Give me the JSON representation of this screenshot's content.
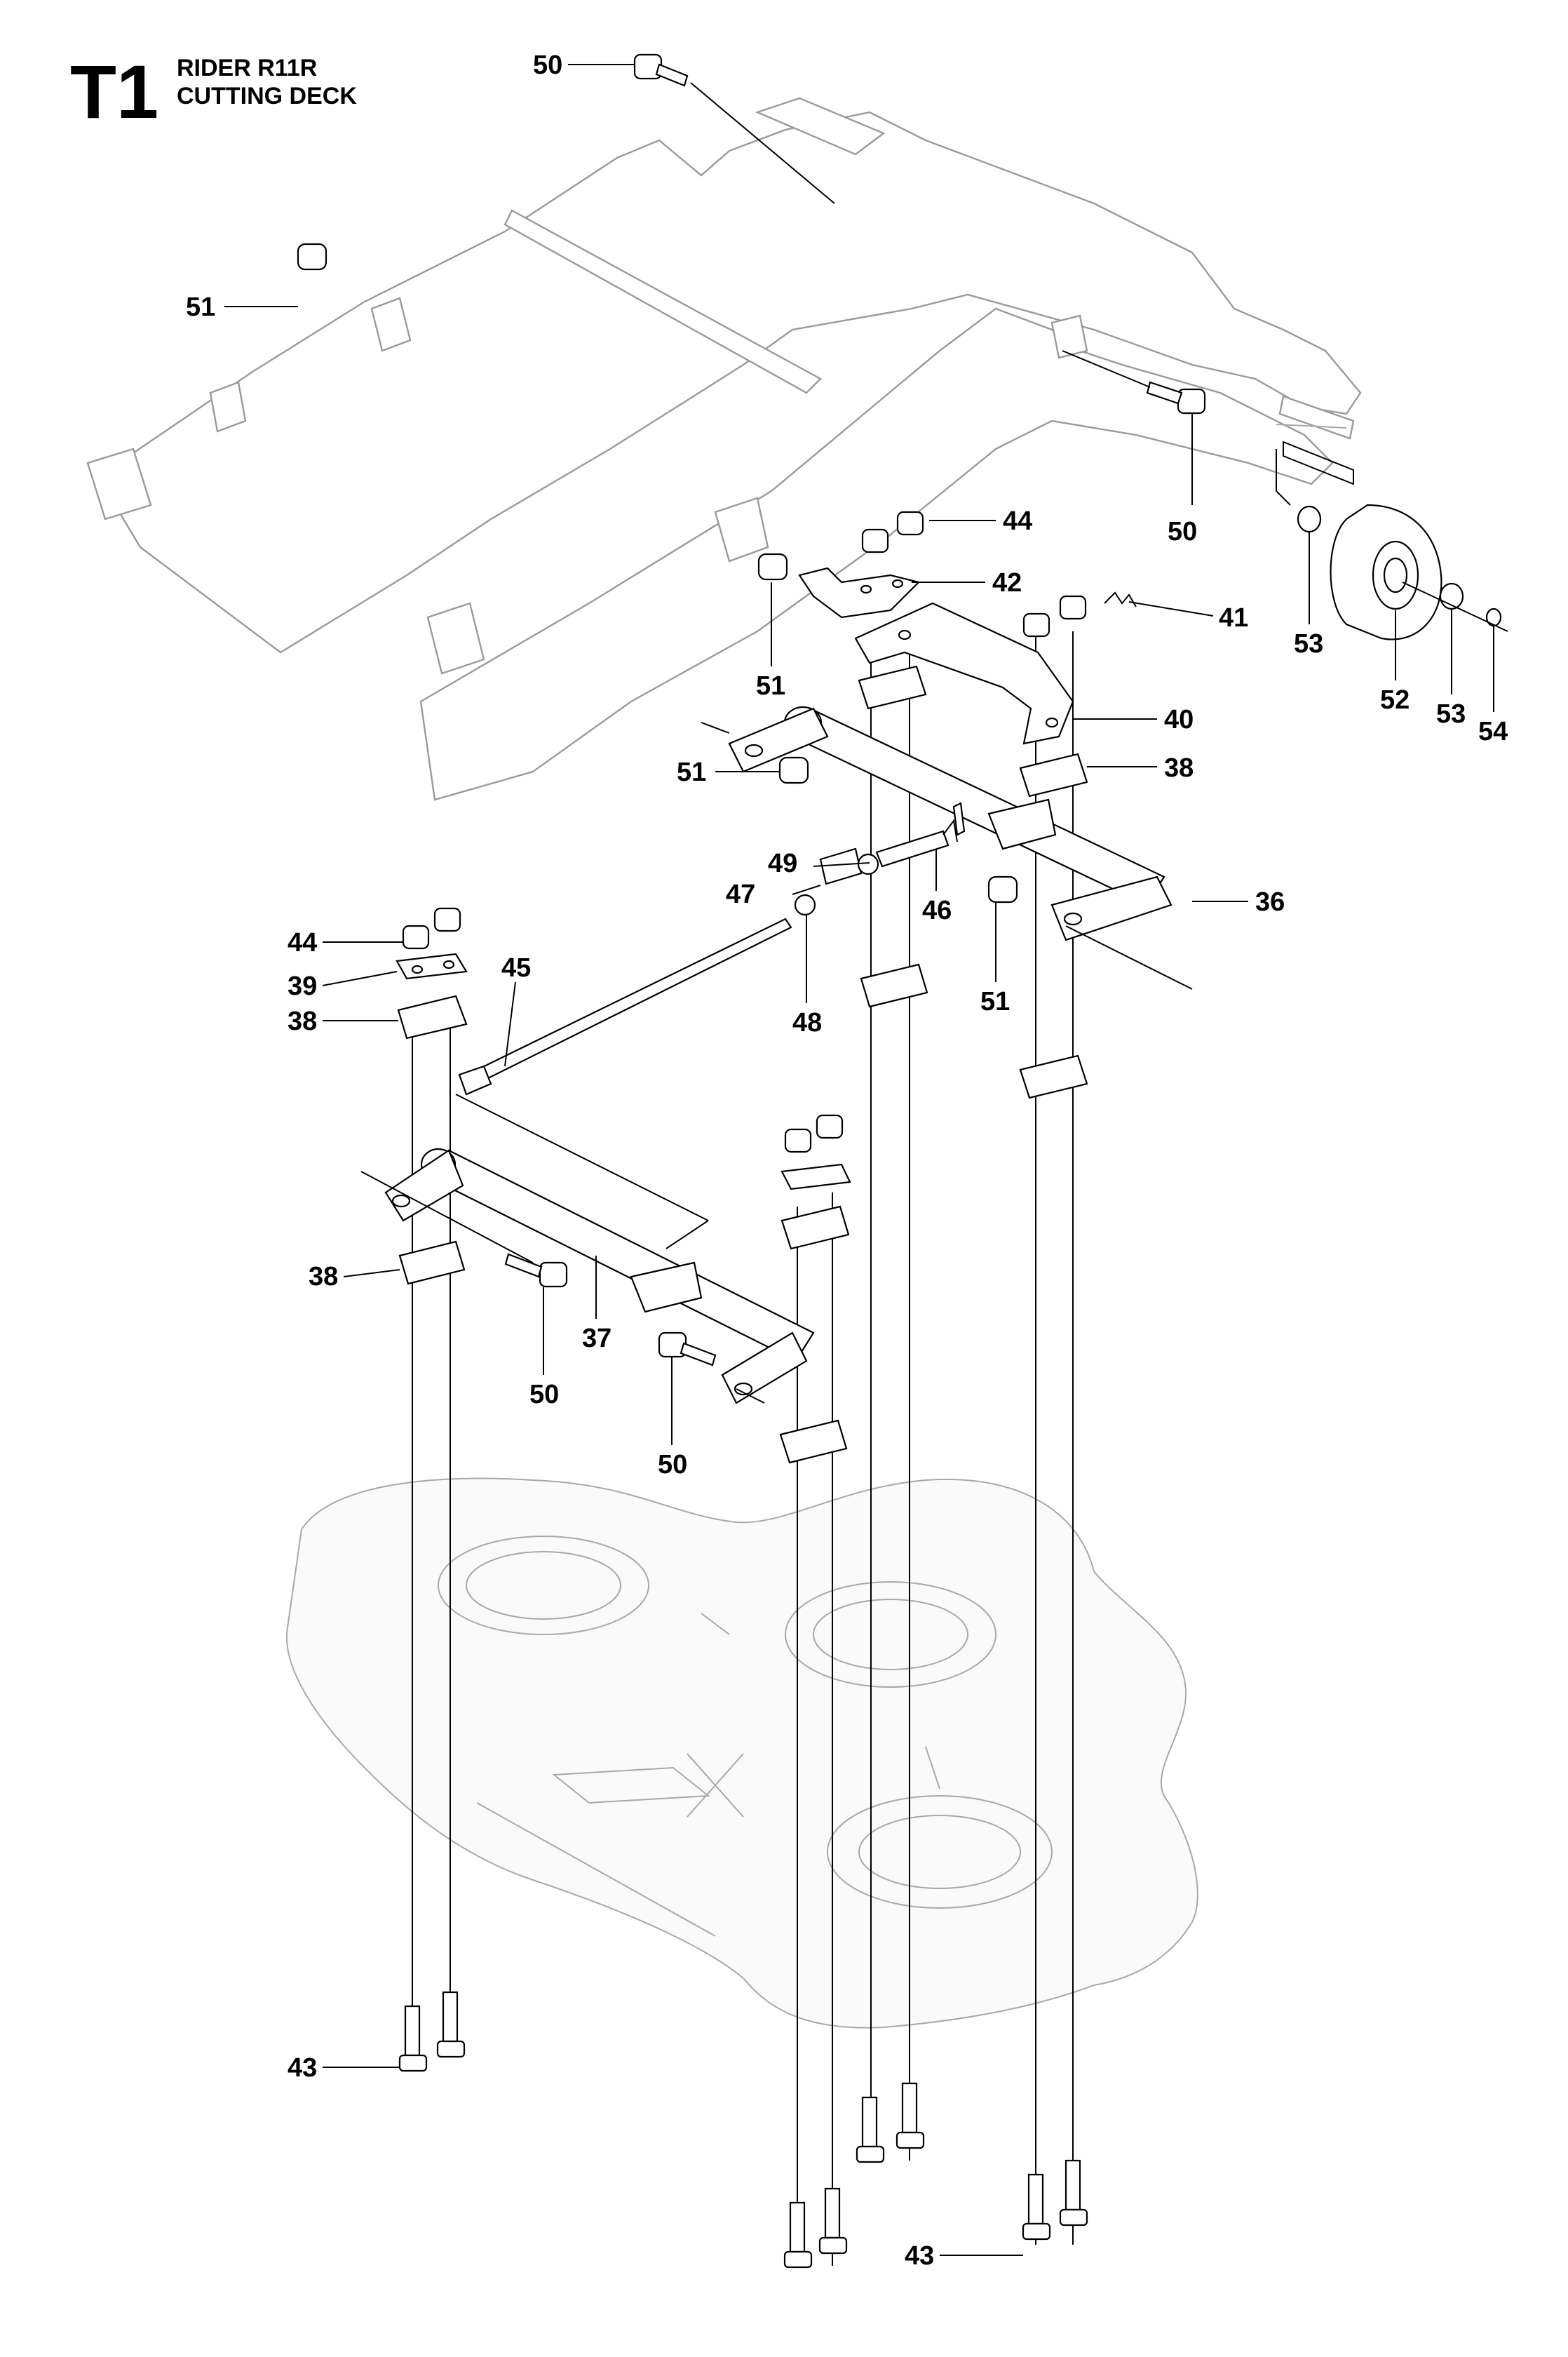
{
  "header": {
    "diagram_code": "T1",
    "model": "RIDER R11R",
    "section": "CUTTING DECK"
  },
  "callouts": [
    {
      "id": "c50a",
      "label": "50"
    },
    {
      "id": "c51a",
      "label": "51"
    },
    {
      "id": "c50b",
      "label": "50"
    },
    {
      "id": "c44a",
      "label": "44"
    },
    {
      "id": "c42",
      "label": "42"
    },
    {
      "id": "c41",
      "label": "41"
    },
    {
      "id": "c51b",
      "label": "51"
    },
    {
      "id": "c40",
      "label": "40"
    },
    {
      "id": "c51c",
      "label": "51"
    },
    {
      "id": "c38a",
      "label": "38"
    },
    {
      "id": "c49",
      "label": "49"
    },
    {
      "id": "c47",
      "label": "47"
    },
    {
      "id": "c46",
      "label": "46"
    },
    {
      "id": "c36",
      "label": "36"
    },
    {
      "id": "c44b",
      "label": "44"
    },
    {
      "id": "c39",
      "label": "39"
    },
    {
      "id": "c45",
      "label": "45"
    },
    {
      "id": "c38b",
      "label": "38"
    },
    {
      "id": "c48",
      "label": "48"
    },
    {
      "id": "c51d",
      "label": "51"
    },
    {
      "id": "c38c",
      "label": "38"
    },
    {
      "id": "c37",
      "label": "37"
    },
    {
      "id": "c50c",
      "label": "50"
    },
    {
      "id": "c50d",
      "label": "50"
    },
    {
      "id": "c53a",
      "label": "53"
    },
    {
      "id": "c52",
      "label": "52"
    },
    {
      "id": "c53b",
      "label": "53"
    },
    {
      "id": "c54",
      "label": "54"
    },
    {
      "id": "c43a",
      "label": "43"
    },
    {
      "id": "c43b",
      "label": "43"
    }
  ]
}
